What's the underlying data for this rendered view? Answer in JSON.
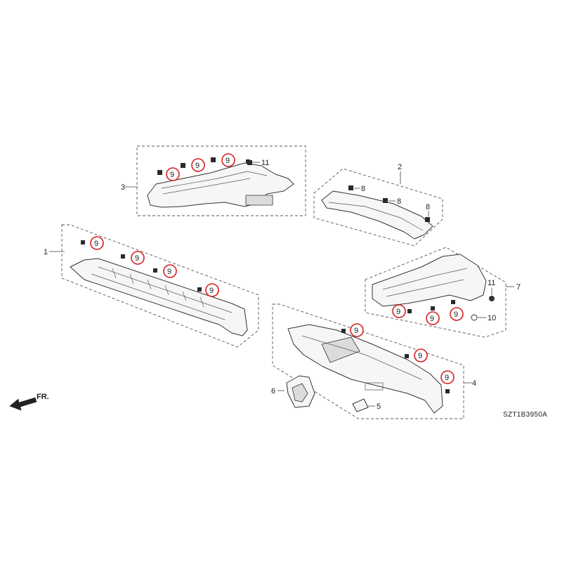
{
  "diagram": {
    "drawing_code": "SZT1B3950A",
    "direction_label": "FR.",
    "callouts": {
      "p1": "1",
      "p2": "2",
      "p3": "3",
      "p4": "4",
      "p5": "5",
      "p6": "6",
      "p7": "7",
      "c8a": "8",
      "c8b": "8",
      "c8c": "8",
      "c9_3a": "9",
      "c9_3b": "9",
      "c9_3c": "9",
      "c9_1a": "9",
      "c9_1b": "9",
      "c9_1c": "9",
      "c9_1d": "9",
      "c9_4a": "9",
      "c9_4b": "9",
      "c9_4c": "9",
      "c9_7a": "9",
      "c9_7b": "9",
      "c9_7c": "9",
      "c10": "10",
      "c11a": "11",
      "c11b": "11"
    },
    "highlight_color": "#d62020"
  }
}
